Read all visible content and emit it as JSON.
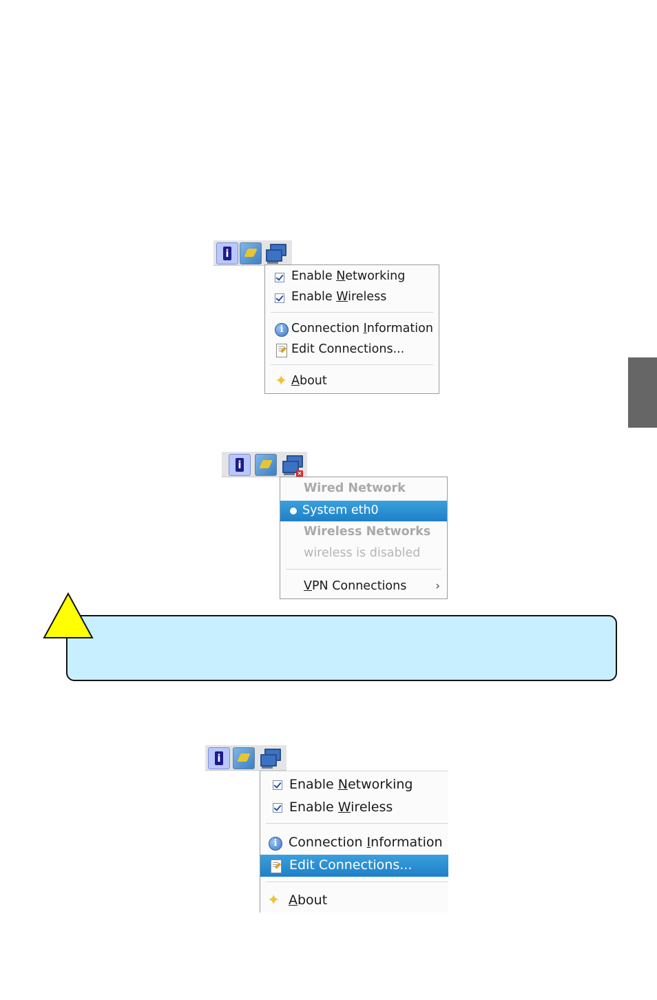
{
  "menu1": {
    "items": [
      {
        "pre": "Enable ",
        "key": "N",
        "post": "etworking"
      },
      {
        "pre": "Enable ",
        "key": "W",
        "post": "ireless"
      },
      {
        "pre": "Connection ",
        "key": "I",
        "post": "nformation"
      },
      {
        "pre": "Edit Connections...",
        "key": "",
        "post": ""
      },
      {
        "pre": "",
        "key": "A",
        "post": "bout"
      }
    ]
  },
  "menu2": {
    "header_wired": "Wired Network",
    "selected": "System eth0",
    "header_wireless": "Wireless Networks",
    "wireless_status": "wireless is disabled",
    "vpn": {
      "pre": "",
      "key": "V",
      "post": "PN Connections"
    },
    "vpn_arrow": "›"
  },
  "menu3": {
    "items": [
      {
        "pre": "Enable ",
        "key": "N",
        "post": "etworking"
      },
      {
        "pre": "Enable ",
        "key": "W",
        "post": "ireless"
      },
      {
        "pre": "Connection ",
        "key": "I",
        "post": "nformation"
      },
      {
        "pre": "Edit Connections...",
        "key": "",
        "post": ""
      },
      {
        "pre": "",
        "key": "A",
        "post": "bout"
      }
    ],
    "highlighted_index": 3
  },
  "icons": {
    "tray": [
      "info-icon",
      "network-icon",
      "computer-icon"
    ],
    "disconnected_badge": "x-badge"
  },
  "colors": {
    "highlight": "#1e80c8",
    "note_bg": "#c7efff",
    "warning": "#ffff00",
    "side_tab": "#666666"
  },
  "tray_glyph": "i",
  "badge_glyph": "×"
}
